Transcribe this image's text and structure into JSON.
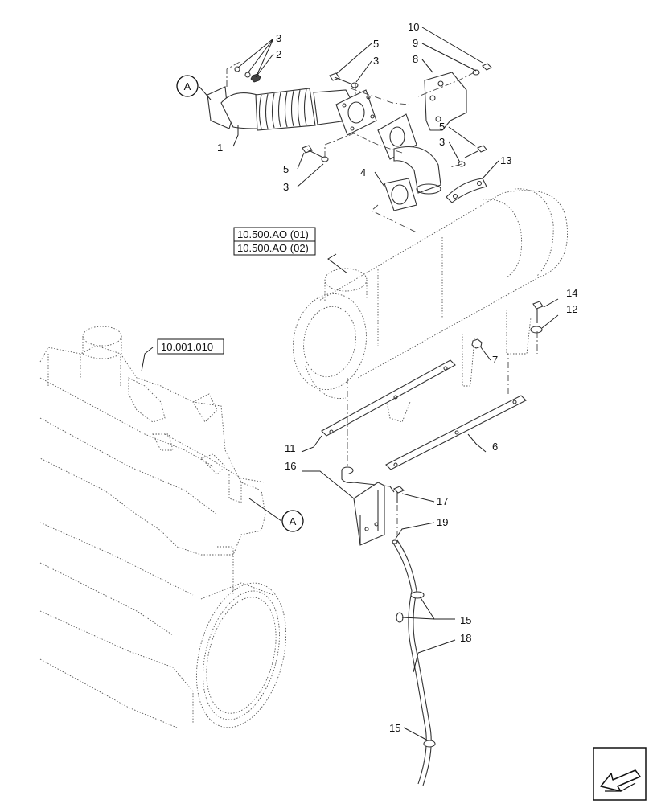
{
  "callouts": {
    "c1": "1",
    "c2": "2",
    "c3a": "3",
    "c3b": "3",
    "c3c": "3",
    "c3d": "3",
    "c4": "4",
    "c5a": "5",
    "c5b": "5",
    "c5c": "5",
    "c6": "6",
    "c7": "7",
    "c8": "8",
    "c9": "9",
    "c10": "10",
    "c11": "11",
    "c12": "12",
    "c13": "13",
    "c14": "14",
    "c15a": "15",
    "c15b": "15",
    "c16": "16",
    "c17": "17",
    "c18": "18",
    "c19": "19"
  },
  "references": {
    "muffler_ref_1": "10.500.AO (01)",
    "muffler_ref_2": "10.500.AO (02)",
    "engine_ref": "10.001.010"
  },
  "connection_markers": {
    "marker_top": "A",
    "marker_engine": "A"
  },
  "icons": {
    "nav_arrow": "arrow-down-left-icon"
  }
}
